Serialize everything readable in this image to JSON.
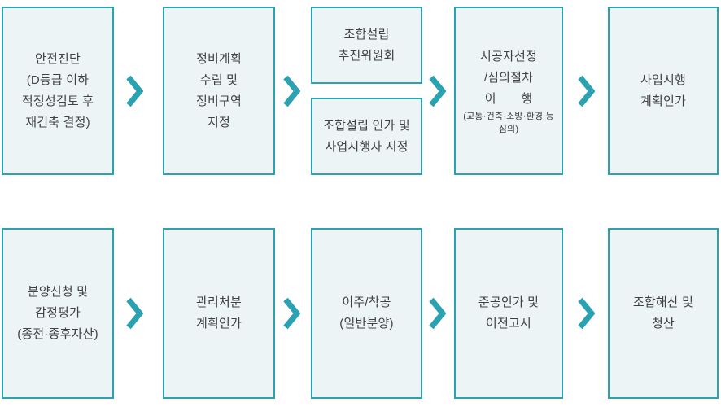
{
  "style": {
    "accent": "#2ba2b2",
    "box_background": "#ecf4f6",
    "box_border": "#2ba2b2",
    "text_color": "#414141",
    "page_background": "#ffffff"
  },
  "icons": {
    "arrow": "chevron-right"
  },
  "flow": {
    "rows": [
      {
        "steps": [
          {
            "lines": [
              "안전진단",
              "(D등급 이하",
              "적정성검토 후",
              "재건축 결정)"
            ]
          },
          {
            "lines": [
              "정비계획",
              "수립 및",
              "정비구역",
              "지정"
            ]
          },
          {
            "stacked": [
              {
                "lines": [
                  "조합설립",
                  "추진위원회"
                ]
              },
              {
                "lines": [
                  "조합설립 인가 및",
                  "사업시행자 지정"
                ]
              }
            ]
          },
          {
            "lines": [
              "시공자선정",
              "/심의절차",
              "이　　행"
            ],
            "sublines": [
              "(교통·건축·소방·환경 등",
              "심의)"
            ]
          },
          {
            "lines": [
              "사업시행",
              "계획인가"
            ]
          }
        ]
      },
      {
        "steps": [
          {
            "lines": [
              "분양신청 및",
              "감정평가",
              "(종전·종후자산)"
            ]
          },
          {
            "lines": [
              "관리처분",
              "계획인가"
            ]
          },
          {
            "lines": [
              "이주/착공",
              "(일반분양)"
            ]
          },
          {
            "lines": [
              "준공인가 및",
              "이전고시"
            ]
          },
          {
            "lines": [
              "조합해산 및",
              "청산"
            ]
          }
        ]
      }
    ]
  }
}
